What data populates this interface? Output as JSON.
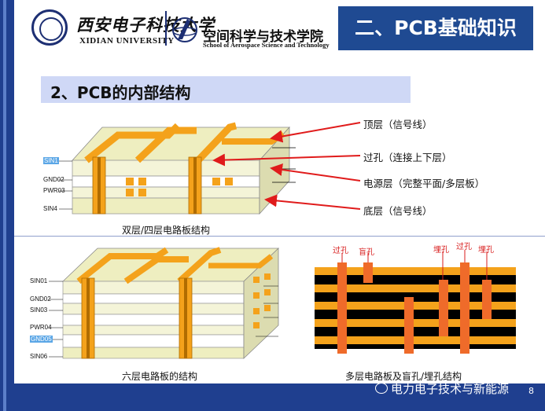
{
  "header": {
    "university_cn": "西安电子科技大学",
    "university_en": "XIDIAN UNIVERSITY",
    "school_cn": "空间科学与技术学院",
    "school_en": "School of Aerospace Science and Technology",
    "section_title": "二、PCB基础知识"
  },
  "subtitle": "2、PCB的内部结构",
  "figure_top": {
    "caption": "双层/四层电路板结构",
    "layer_labels": [
      "SIN1",
      "GND02",
      "PWR03",
      "SIN4"
    ],
    "annotations": [
      "顶层（信号线）",
      "过孔（连接上下层）",
      "电源层（完整平面/多层板）",
      "底层（信号线）"
    ]
  },
  "figure_left": {
    "caption": "六层电路板的结构",
    "layer_labels": [
      "SIN01",
      "GND02",
      "SIN03",
      "PWR04",
      "GND05",
      "SIN06"
    ]
  },
  "figure_right": {
    "caption": "多层电路板及盲孔/埋孔结构",
    "hole_labels": [
      "过孔",
      "盲孔",
      "埋孔",
      "过孔",
      "埋孔"
    ]
  },
  "footer": {
    "watermark": "电力电子技术与新能源",
    "page": "8"
  },
  "colors": {
    "navy": "#1f3f8f",
    "title_bg": "#1f4a92",
    "subtitle_bg": "#cfd8f6",
    "copper": "#f4a21b",
    "board": "#eeeec0",
    "arrow_red": "#e01b1b"
  }
}
